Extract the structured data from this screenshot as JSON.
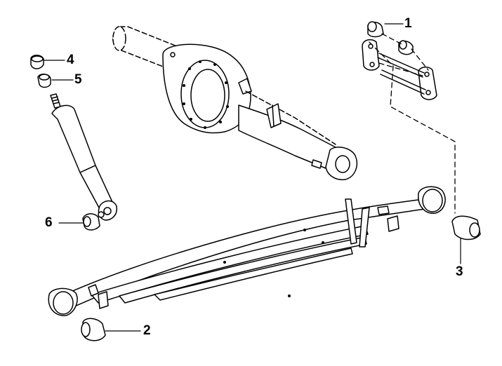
{
  "parts": [
    {
      "number": "1",
      "part": "shackle-bushing"
    },
    {
      "number": "2",
      "part": "front-spring-eye-bushing"
    },
    {
      "number": "3",
      "part": "rear-spring-eye-bushing"
    },
    {
      "number": "4",
      "part": "shock-upper-cushion"
    },
    {
      "number": "5",
      "part": "shock-upper-cushion"
    },
    {
      "number": "6",
      "part": "shock-lower-bushing"
    }
  ],
  "colors": {
    "ink": "#000000",
    "paper": "#ffffff"
  }
}
